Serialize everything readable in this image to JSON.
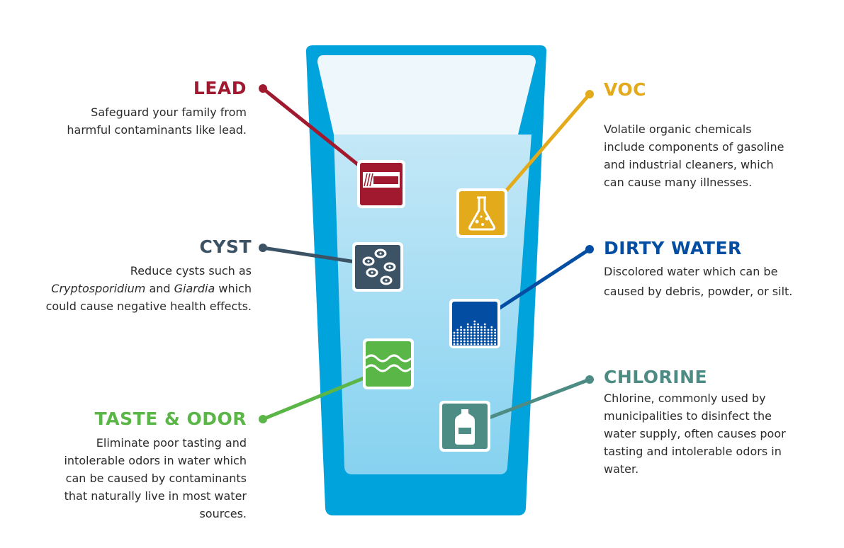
{
  "colors": {
    "glass": "#00a3dc",
    "glass_inner_top": "#eef7fc",
    "water_top": "#c4e8f7",
    "water_bottom": "#86d2f0",
    "lead": "#a0192e",
    "voc": "#e3ab1b",
    "cyst": "#3c5366",
    "dirty_water": "#034ea2",
    "taste_odor": "#5ab647",
    "chlorine": "#4d8c84"
  },
  "contaminants": {
    "lead": {
      "title": "LEAD",
      "desc_lines": [
        "Safeguard your family from",
        "harmful contaminants like lead."
      ],
      "icon": "lead-pipe-icon"
    },
    "cyst": {
      "title": "CYST",
      "desc_line1": "Reduce cysts such as",
      "desc_line2_a": "Cryptosporidium",
      "desc_line2_b": " and ",
      "desc_line2_c": "Giardia",
      "desc_line2_d": " which",
      "desc_line3": "could cause negative health effects.",
      "icon": "cyst-cells-icon"
    },
    "taste_odor": {
      "title": "TASTE & ODOR",
      "desc_lines": [
        "Eliminate poor tasting and",
        "intolerable odors in water which",
        "can be caused by contaminants",
        "that naturally live in most water",
        "sources."
      ],
      "icon": "wavy-water-icon"
    },
    "voc": {
      "title": "VOC",
      "desc_lines": [
        "Volatile organic chemicals",
        "include components of gasoline",
        "and industrial cleaners, which",
        "can cause many illnesses."
      ],
      "icon": "flask-icon"
    },
    "dirty_water": {
      "title": "DIRTY WATER",
      "desc_lines": [
        "Discolored water which can be",
        "caused by debris, powder, or silt."
      ],
      "icon": "sediment-icon"
    },
    "chlorine": {
      "title": "CHLORINE",
      "desc_lines": [
        "Chlorine, commonly used by",
        "municipalities to disinfect the",
        "water supply, often causes poor",
        "tasting and intolerable odors in",
        "water."
      ],
      "icon": "bleach-bottle-icon"
    }
  }
}
